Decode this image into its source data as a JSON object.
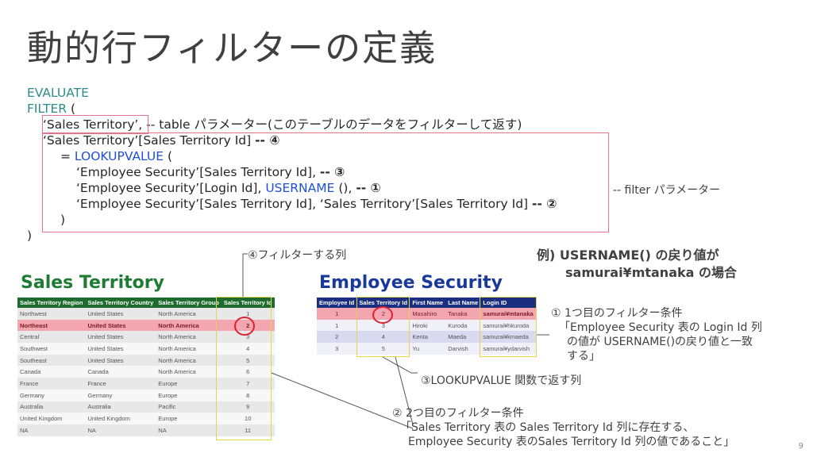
{
  "slide": {
    "title": "動的行フィルターの定義",
    "page_number": "9"
  },
  "code": {
    "line1": "EVALUATE",
    "line2_kw": "FILTER",
    "line2_rest": " (",
    "line3_a": "‘Sales Territory’",
    "line3_b": ", -- table パラメーター(このテーブルのデータをフィルターして返す)",
    "line4_a": "‘Sales Territory’[Sales Territory Id]  ",
    "line4_b": "-- ④",
    "line5_a": "= ",
    "line5_kw": "LOOKUPVALUE",
    "line5_b": " (",
    "line6_a": "‘Employee Security’[Sales Territory Id], ",
    "line6_b": "-- ③",
    "line7_a": "‘Employee Security’[Login Id], ",
    "line7_kw": "USERNAME",
    "line7_b": " (), ",
    "line7_c": "-- ①",
    "line8_a": "‘Employee Security’[Sales Territory Id], ‘Sales Territory’[Sales Territory Id] ",
    "line8_b": "-- ②",
    "line9": ")",
    "line10": ")",
    "filter_param_note": "-- filter パラメーター"
  },
  "annotations": {
    "filter_column": "④フィルターする列",
    "lookup_return": "③LOOKUPVALUE 関数で返す列",
    "cond1_head": "① 1つ目のフィルター条件",
    "cond1_l1": "「Employee Security 表の Login Id 列",
    "cond1_l2": "の値が USERNAME()の戻り値と一致",
    "cond1_l3": "する」",
    "cond2_head": "② 2つ目のフィルター条件",
    "cond2_l1": "「Sales Territory 表の Sales Territory Id 列に存在する、",
    "cond2_l2": "Employee Security 表のSales Territory Id 列の値であること」"
  },
  "example": {
    "line1": "例) USERNAME() の戻り値が",
    "line2": "samurai¥mtanaka の場合"
  },
  "sales_territory": {
    "title": "Sales Territory",
    "title_color": "#1e7b34",
    "headers": [
      "Sales Territory Region",
      "Sales Territory Country",
      "Sales Territory Group",
      "Sales Territory Id"
    ],
    "rows": [
      [
        "Northwest",
        "United States",
        "North America",
        "1"
      ],
      [
        "Northeast",
        "United States",
        "North America",
        "2"
      ],
      [
        "Central",
        "United States",
        "North America",
        "3"
      ],
      [
        "Southwest",
        "United States",
        "North America",
        "4"
      ],
      [
        "Southeast",
        "United States",
        "North America",
        "5"
      ],
      [
        "Canada",
        "Canada",
        "North America",
        "6"
      ],
      [
        "France",
        "France",
        "Europe",
        "7"
      ],
      [
        "Germany",
        "Germany",
        "Europe",
        "8"
      ],
      [
        "Australia",
        "Australia",
        "Pacific",
        "9"
      ],
      [
        "United Kingdom",
        "United Kingdom",
        "Europe",
        "10"
      ],
      [
        "NA",
        "NA",
        "NA",
        "11"
      ]
    ]
  },
  "employee_security": {
    "title": "Employee Security",
    "title_color": "#1a3a9a",
    "headers": [
      "Employee Id",
      "Sales Territory Id",
      "First Name",
      "Last Name",
      "Login ID"
    ],
    "rows": [
      [
        "1",
        "2",
        "Masahiro",
        "Tanaka",
        "samurai¥mtanaka"
      ],
      [
        "1",
        "3",
        "Hiroki",
        "Kuroda",
        "samurai¥hkuroda"
      ],
      [
        "2",
        "4",
        "Kenta",
        "Maeda",
        "samurai¥kmaeda"
      ],
      [
        "3",
        "5",
        "Yu",
        "Darvish",
        "samurai¥ydarvish"
      ]
    ]
  }
}
